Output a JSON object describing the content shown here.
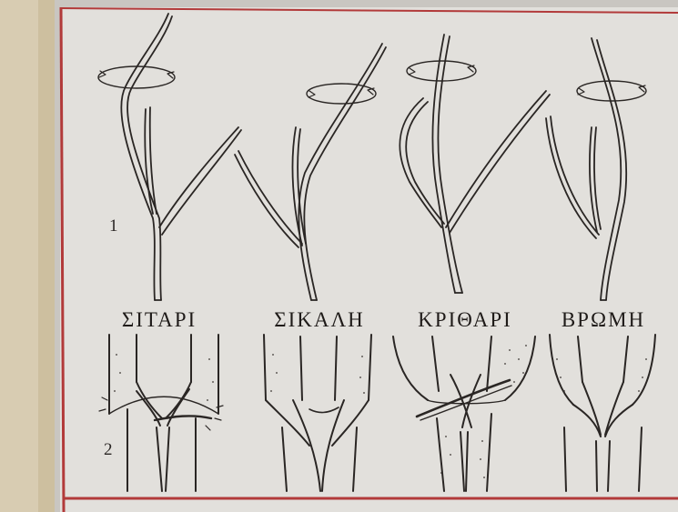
{
  "figure": {
    "row_numbers": [
      "1",
      "2"
    ],
    "plants": [
      {
        "name": "ΣΙΤΑΡΙ"
      },
      {
        "name": "ΣΙΚΑΛΗ"
      },
      {
        "name": "ΚΡΙΘΑΡΙ"
      },
      {
        "name": "ΒΡΩΜΗ"
      }
    ]
  },
  "colors": {
    "paper": "#e2e0dc",
    "left_margin": "#d9cdb4",
    "frame_red": "#b23a3a",
    "ink": "#2a2624"
  }
}
